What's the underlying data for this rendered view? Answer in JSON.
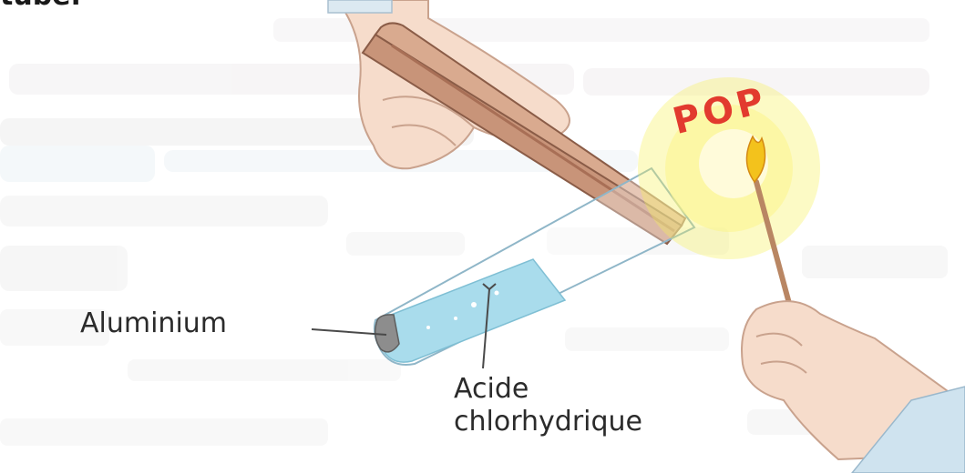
{
  "header": {
    "fragment": "tube."
  },
  "labels": {
    "pop": "POP",
    "aluminium": "Aluminium",
    "acid_line1": "Acide",
    "acid_line2": "chlorhydrique"
  },
  "colors": {
    "pop_text": "#e23a2e",
    "liquid": "#a9dcec",
    "flame": "#f3c21c",
    "glow": "#f7f05a",
    "wood": "#c89479",
    "skin": "#f6dccb",
    "sleeve": "#cfe3ef"
  }
}
